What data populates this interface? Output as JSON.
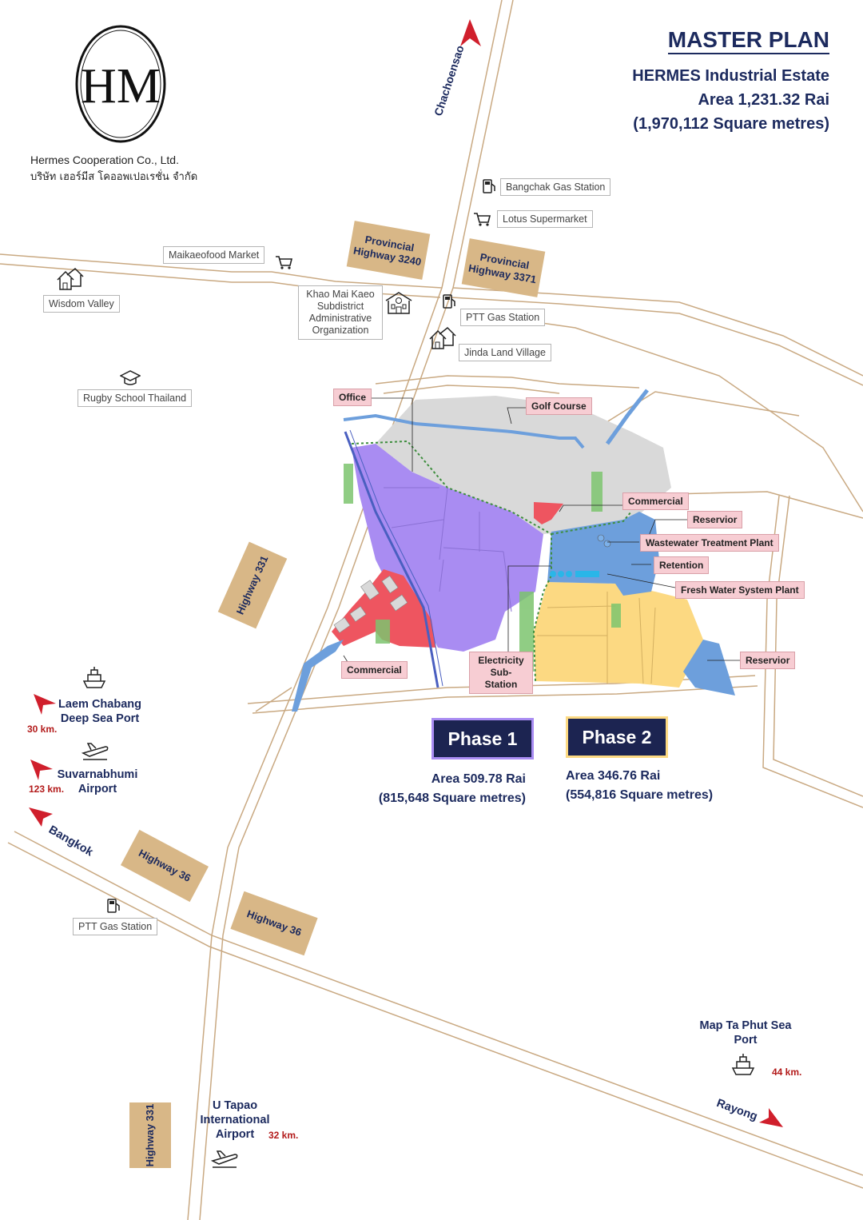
{
  "header": {
    "title": "MASTER PLAN",
    "estate_name": "HERMES Industrial Estate",
    "area": "Area 1,231.32 Rai",
    "area_sqm": "(1,970,112 Square metres)"
  },
  "company": {
    "monogram": "HM",
    "name_en": "Hermes Cooperation Co., Ltd.",
    "name_th": "บริษัท เฮอร์มีส โคออพเปอเรชั่น จำกัด"
  },
  "landmarks": {
    "bangchak": "Bangchak Gas Station",
    "lotus": "Lotus Supermarket",
    "maikaeo_market": "Maikaeofood Market",
    "wisdom_valley": "Wisdom Valley",
    "khao_mai_kaeo": "Khao Mai Kaeo Subdistrict Administrative Organization",
    "ptt_top": "PTT Gas Station",
    "jinda": "Jinda Land Village",
    "rugby": "Rugby School Thailand",
    "ptt_bottom": "PTT Gas Station"
  },
  "highways": {
    "h3240": "Provincial Highway 3240",
    "h3371": "Provincial Highway 3371",
    "h331_mid": "Highway 331",
    "h36_left": "Highway 36",
    "h36_right": "Highway 36",
    "h331_bottom": "Highway 331"
  },
  "facilities": {
    "office": "Office",
    "golf": "Golf Course",
    "commercial_top": "Commercial",
    "reservoir_top": "Reservior",
    "wwtp": "Wastewater Treatment Plant",
    "retention": "Retention",
    "fresh_water": "Fresh Water System Plant",
    "reservoir_bottom": "Reservior",
    "commercial_left": "Commercial",
    "substation": "Electricity Sub-Station"
  },
  "destinations": {
    "chachoengsao": "Chachoensao",
    "laem_chabang": "Laem Chabang Deep Sea Port",
    "laem_chabang_km": "30 km.",
    "suvarnabhumi": "Suvarnabhumi Airport",
    "suvarnabhumi_km": "123 km.",
    "bangkok": "Bangkok",
    "map_ta_phut": "Map Ta Phut Sea Port",
    "map_ta_phut_km": "44 km.",
    "rayong": "Rayong",
    "utapao": "U Tapao International Airport",
    "utapao_km": "32 km."
  },
  "phases": {
    "phase1": {
      "label": "Phase 1",
      "area": "Area 509.78 Rai",
      "area_sqm": "(815,648 Square metres)"
    },
    "phase2": {
      "label": "Phase 2",
      "area": "Area 346.76 Rai",
      "area_sqm": "(554,816 Square metres)"
    }
  },
  "colors": {
    "navy": "#1c2451",
    "phase1_fill": "#a98cf2",
    "phase2_fill": "#fcd982",
    "commercial": "#ee5560",
    "utility": "#6d9fdc",
    "golf": "#d9d9d9",
    "highway_box": "#d8b787",
    "arrow_red": "#d01f2c"
  },
  "icons": {
    "logo": "hm-monogram-logo",
    "gas": "gas-pump-icon",
    "cart": "shopping-cart-icon",
    "house": "house-icon",
    "school": "school-building-icon",
    "graduation": "graduation-cap-icon",
    "ship": "ship-icon",
    "plane": "airplane-icon",
    "arrow": "direction-arrow-icon"
  }
}
